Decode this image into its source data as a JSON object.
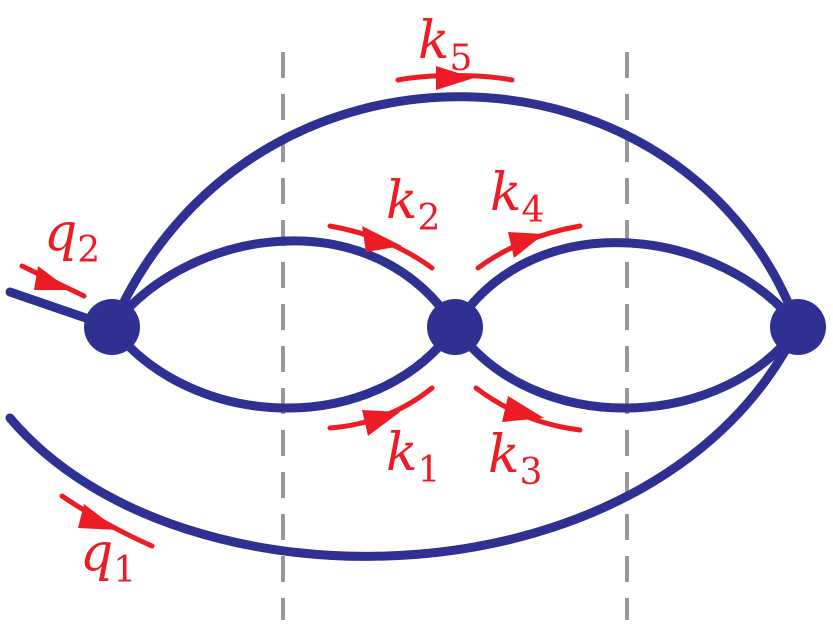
{
  "colors": {
    "propagator": "#2E3192",
    "momentum": "#ED1C24",
    "cut": "#999999",
    "background": "#FFFFFF"
  },
  "momenta": {
    "k1": {
      "symbol": "k",
      "index": "1"
    },
    "k2": {
      "symbol": "k",
      "index": "2"
    },
    "k3": {
      "symbol": "k",
      "index": "3"
    },
    "k4": {
      "symbol": "k",
      "index": "4"
    },
    "k5": {
      "symbol": "k",
      "index": "5"
    },
    "q1": {
      "symbol": "q",
      "index": "1"
    },
    "q2": {
      "symbol": "q",
      "index": "2"
    }
  }
}
